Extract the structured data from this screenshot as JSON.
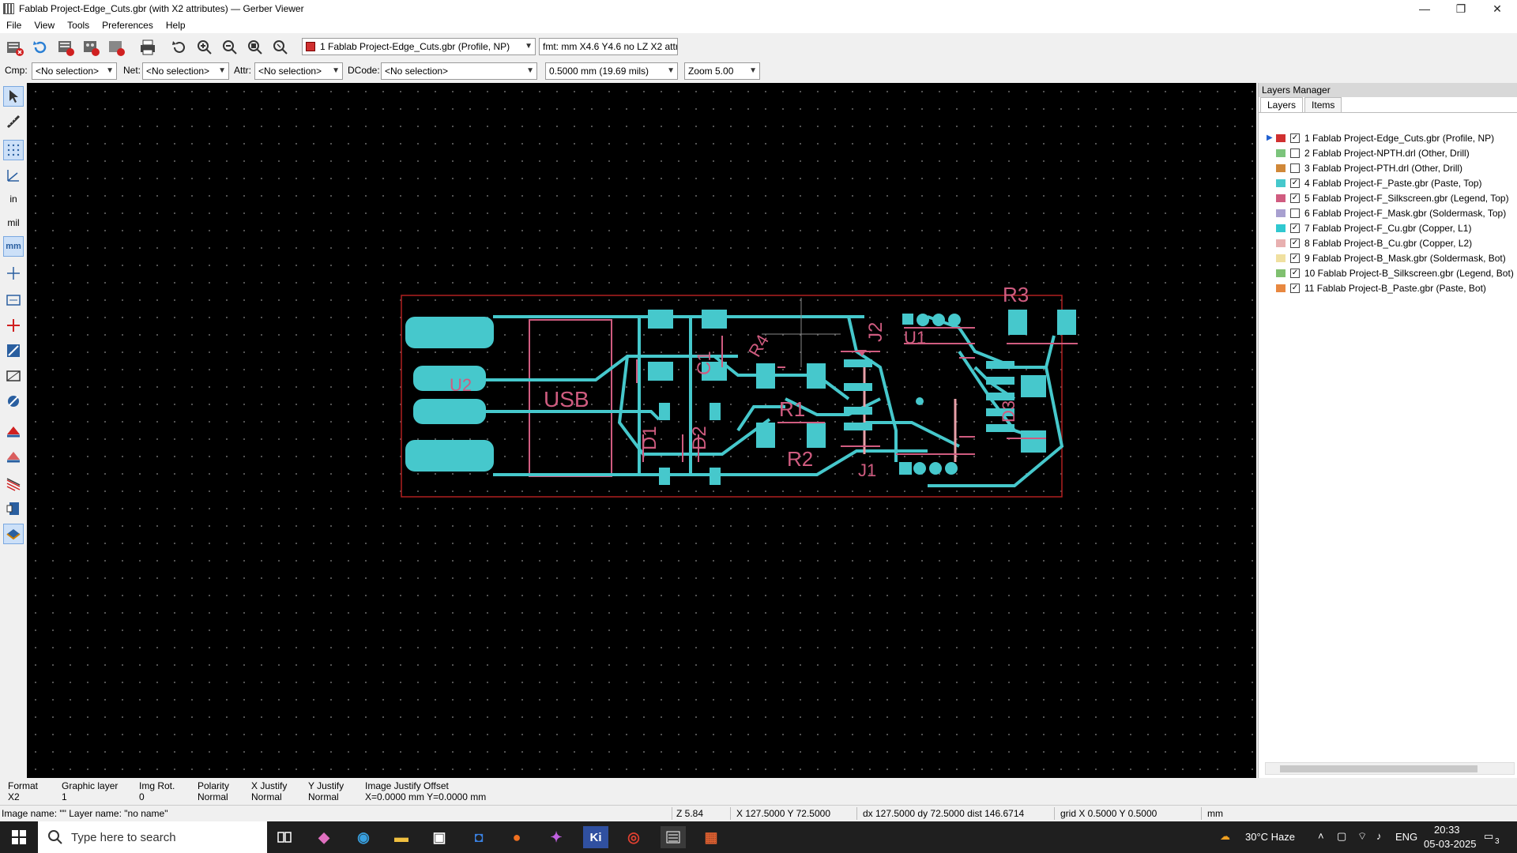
{
  "window": {
    "title": "Fablab Project-Edge_Cuts.gbr (with X2 attributes) — Gerber Viewer",
    "minimize": "—",
    "maximize": "❐",
    "close": "✕"
  },
  "menu": [
    "File",
    "View",
    "Tools",
    "Preferences",
    "Help"
  ],
  "toolbar": {
    "active_layer": "1 Fablab Project-Edge_Cuts.gbr (Profile, NP)",
    "active_layer_color": "#d03030",
    "format": "fmt: mm X4.6 Y4.6 no LZ X2 attr"
  },
  "filters": {
    "cmp_label": "Cmp:",
    "cmp_value": "<No selection>",
    "net_label": "Net:",
    "net_value": "<No selection>",
    "attr_label": "Attr:",
    "attr_value": "<No selection>",
    "dcode_label": "DCode:",
    "dcode_value": "<No selection>",
    "grid_value": "0.5000 mm (19.69 mils)",
    "zoom_value": "Zoom 5.00"
  },
  "left_toolbar": {
    "in_label": "in",
    "mil_label": "mil",
    "mm_label": "mm"
  },
  "pcb": {
    "silkscreen_labels": {
      "r3": "R3",
      "usb": "USB",
      "j2": "J2",
      "u1": "U1",
      "c1": "C1",
      "r4": "R4",
      "r1": "R1",
      "r2": "R2",
      "d1": "D1",
      "d2": "D2",
      "j1": "J1",
      "d3": "D3",
      "u2": "U2"
    },
    "colors": {
      "copper": "#46c8cc",
      "silk": "#d05c80",
      "edge": "#b02020"
    }
  },
  "layers_panel": {
    "header": "Layers Manager",
    "tabs": [
      "Layers",
      "Items"
    ],
    "layers": [
      {
        "name": "1 Fablab Project-Edge_Cuts.gbr (Profile, NP)",
        "color": "#d03030",
        "visible": true,
        "active": true
      },
      {
        "name": "2 Fablab Project-NPTH.drl (Other, Drill)",
        "color": "#7cc47c",
        "visible": false
      },
      {
        "name": "3 Fablab Project-PTH.drl (Other, Drill)",
        "color": "#d08838",
        "visible": false
      },
      {
        "name": "4 Fablab Project-F_Paste.gbr (Paste, Top)",
        "color": "#46c8cc",
        "visible": true
      },
      {
        "name": "5 Fablab Project-F_Silkscreen.gbr (Legend, Top)",
        "color": "#d05c80",
        "visible": true
      },
      {
        "name": "6 Fablab Project-F_Mask.gbr (Soldermask, Top)",
        "color": "#a8a0d0",
        "visible": false
      },
      {
        "name": "7 Fablab Project-F_Cu.gbr (Copper, L1)",
        "color": "#30c8d0",
        "visible": true
      },
      {
        "name": "8 Fablab Project-B_Cu.gbr (Copper, L2)",
        "color": "#e8b0b0",
        "visible": true
      },
      {
        "name": "9 Fablab Project-B_Mask.gbr (Soldermask, Bot)",
        "color": "#f0e0a0",
        "visible": true
      },
      {
        "name": "10 Fablab Project-B_Silkscreen.gbr (Legend, Bot)",
        "color": "#80c070",
        "visible": true
      },
      {
        "name": "11 Fablab Project-B_Paste.gbr (Paste, Bot)",
        "color": "#e88840",
        "visible": true
      }
    ]
  },
  "status": {
    "format_label": "Format",
    "format_value": "X2",
    "graphic_layer_label": "Graphic layer",
    "graphic_layer_value": "1",
    "img_rot_label": "Img Rot.",
    "img_rot_value": "0",
    "polarity_label": "Polarity",
    "polarity_value": "Normal",
    "xjustify_label": "X Justify",
    "xjustify_value": "Normal",
    "yjustify_label": "Y Justify",
    "yjustify_value": "Normal",
    "offset_label": "Image Justify Offset",
    "offset_value": "X=0.0000 mm Y=0.0000 mm",
    "image_name": "Image name: \"\"  Layer name: \"no name\"",
    "zoom": "Z 5.84",
    "cursor": "X 127.5000  Y 72.5000",
    "delta": "dx 127.5000  dy 72.5000  dist 146.6714",
    "grid": "grid X 0.5000  Y 0.5000",
    "units": "mm"
  },
  "taskbar": {
    "search_placeholder": "Type here to search",
    "weather": "30°C  Haze",
    "lang": "ENG",
    "time": "20:33",
    "date": "05-03-2025",
    "notifications": "3"
  }
}
